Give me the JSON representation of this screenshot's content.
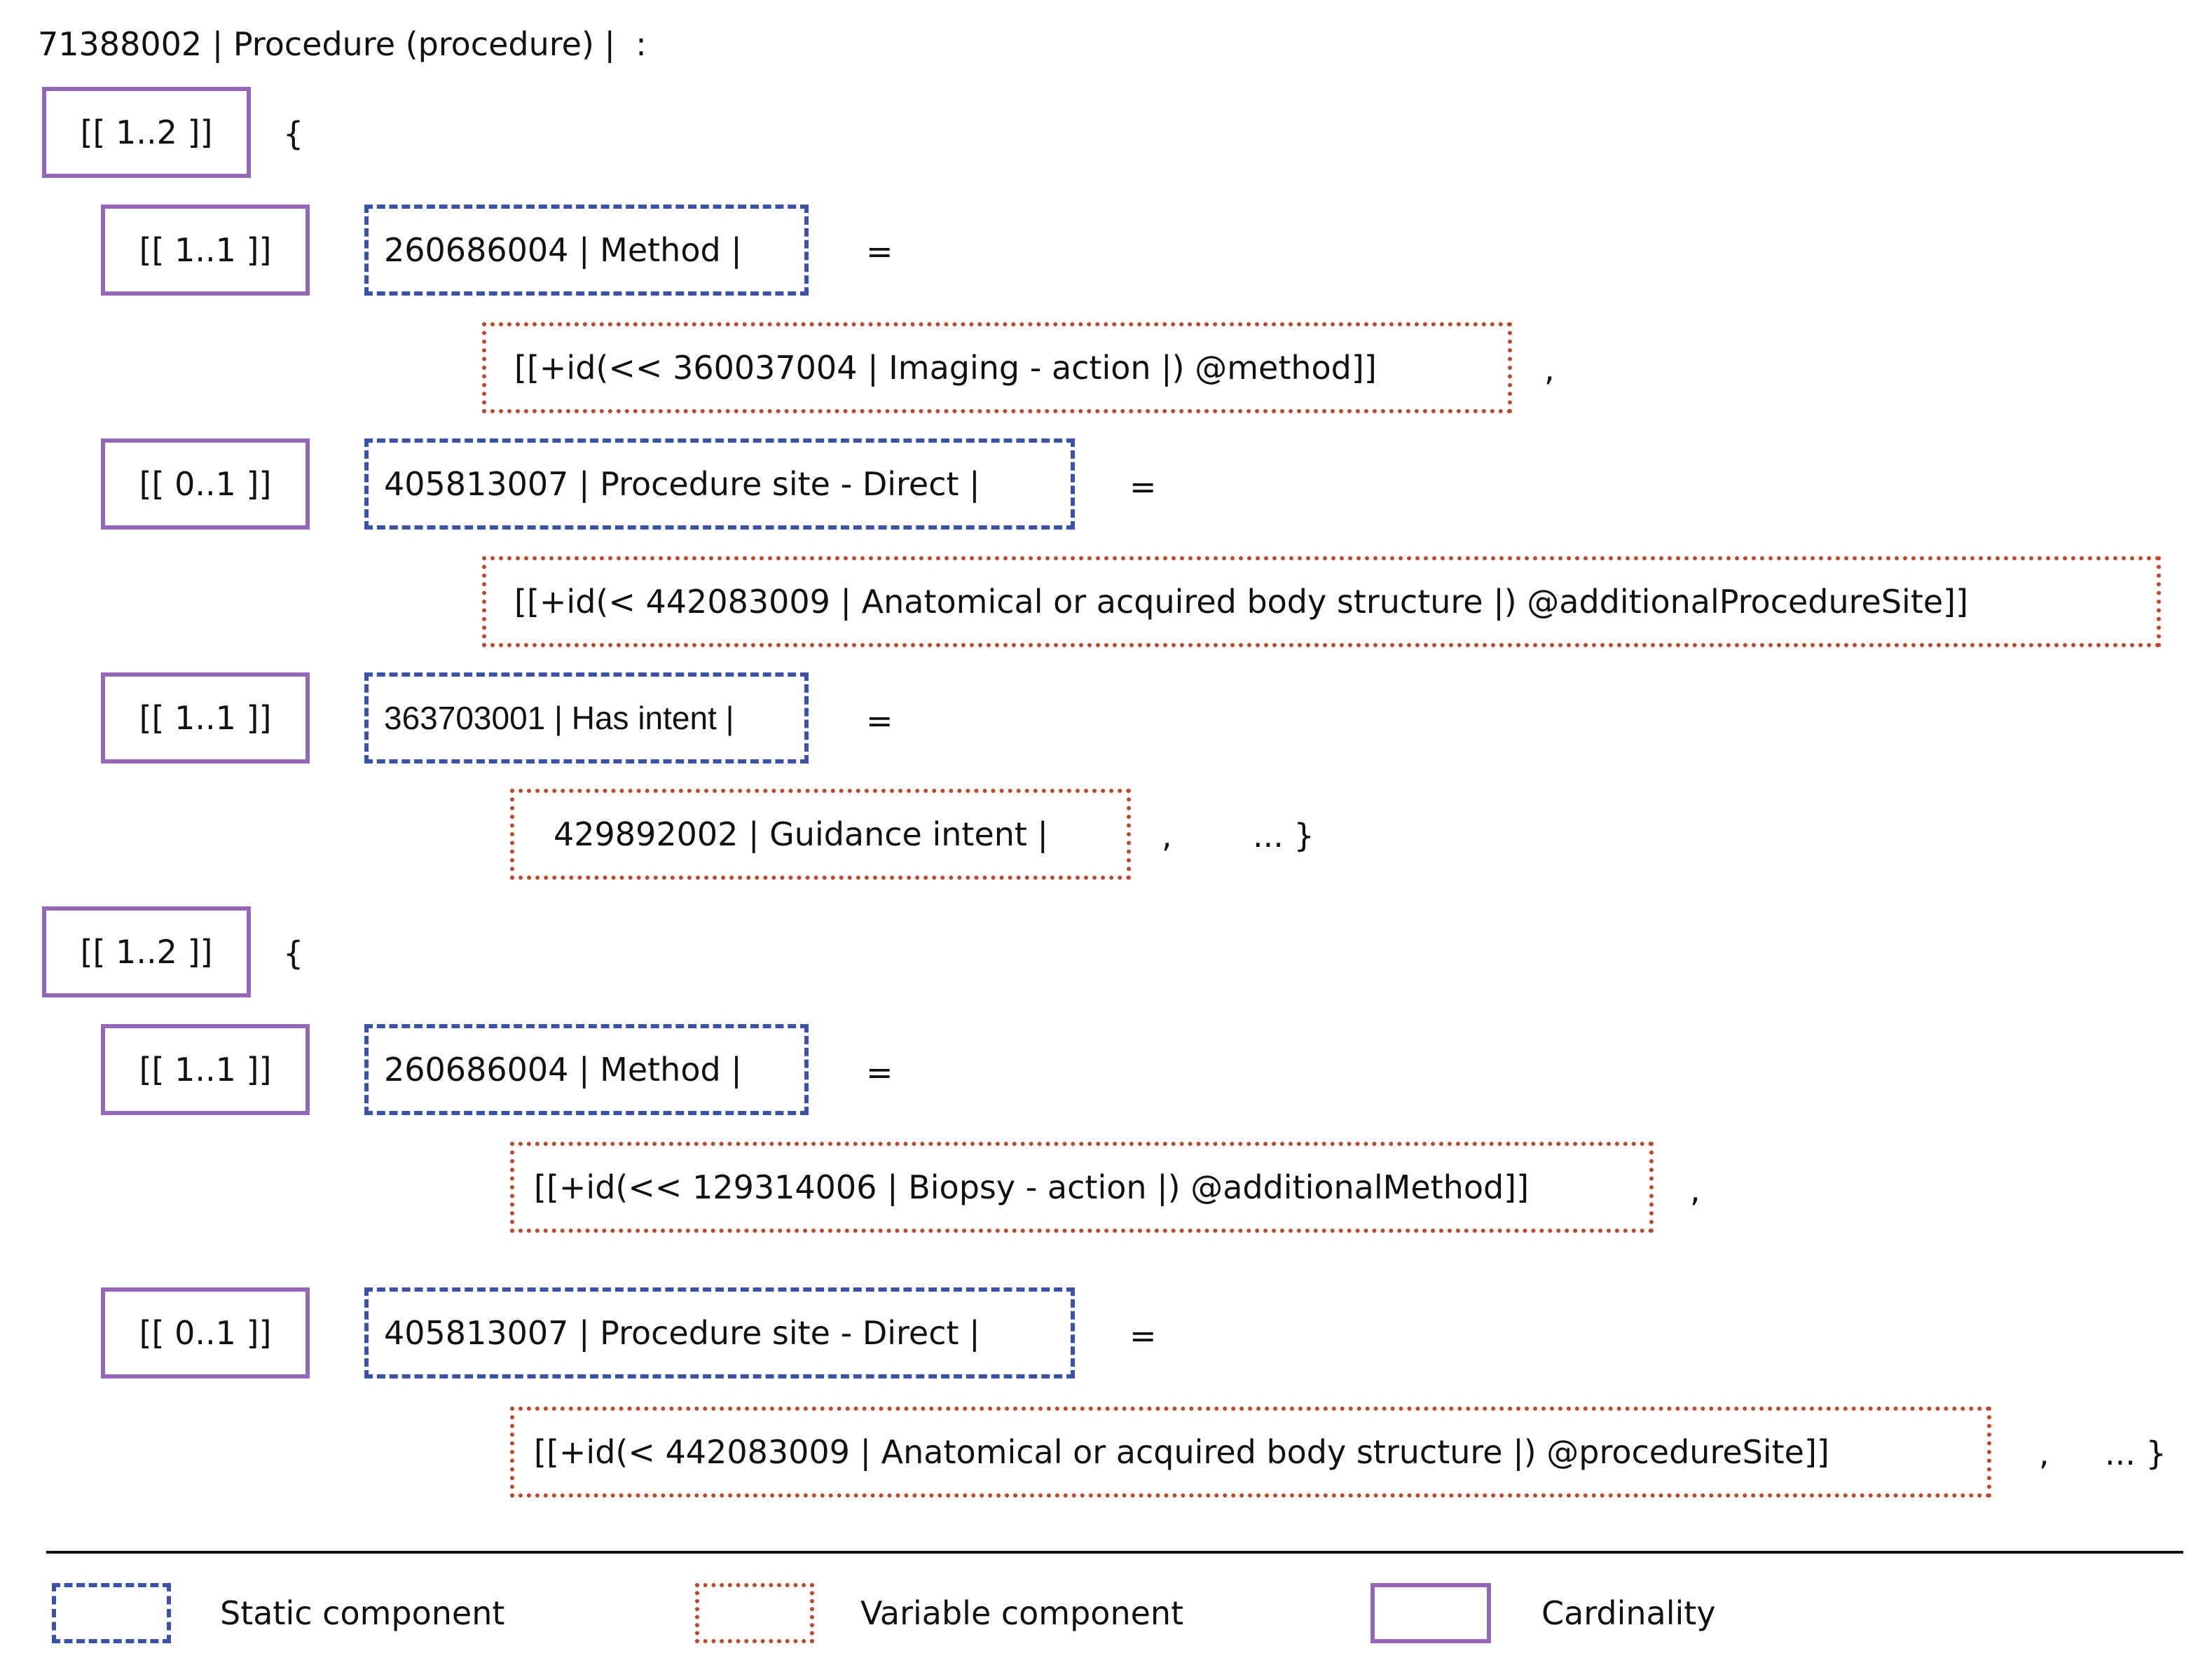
{
  "header": "71388002 | Procedure (procedure) |  :",
  "groups": [
    {
      "cardinality": "[[ 1..2 ]]",
      "brace": "{",
      "rows": [
        {
          "cardinality": "[[ 1..1 ]]",
          "attribute": "260686004 | Method |",
          "equals": "=",
          "value": "[[+id(<< 360037004 | Imaging - action |) @method]]",
          "trail": ","
        },
        {
          "cardinality": "[[ 0..1 ]]",
          "attribute": "405813007 | Procedure site - Direct |",
          "equals": "=",
          "value": "[[+id(< 442083009 | Anatomical or acquired body structure |) @additionalProcedureSite]]",
          "trail": ""
        },
        {
          "cardinality": "[[ 1..1 ]]",
          "attribute": "363703001 | Has intent |",
          "equals": "=",
          "value": "429892002 | Guidance intent |",
          "trail": ",",
          "ellipsis": "... }"
        }
      ]
    },
    {
      "cardinality": "[[ 1..2 ]]",
      "brace": "{",
      "rows": [
        {
          "cardinality": "[[ 1..1 ]]",
          "attribute": "260686004 | Method |",
          "equals": "=",
          "value": "[[+id(<< 129314006 | Biopsy - action |) @additionalMethod]]",
          "trail": ","
        },
        {
          "cardinality": "[[ 0..1 ]]",
          "attribute": "405813007 | Procedure site - Direct |",
          "equals": "=",
          "value": "[[+id(< 442083009 | Anatomical or acquired body structure |) @procedureSite]]",
          "trail": ",",
          "ellipsis": "... }"
        }
      ]
    }
  ],
  "legend": {
    "static": "Static component",
    "variable": "Variable component",
    "cardinality": "Cardinality"
  },
  "colors": {
    "static": "#3a52a8",
    "variable": "#c0482a",
    "cardinality": "#9467b8"
  }
}
